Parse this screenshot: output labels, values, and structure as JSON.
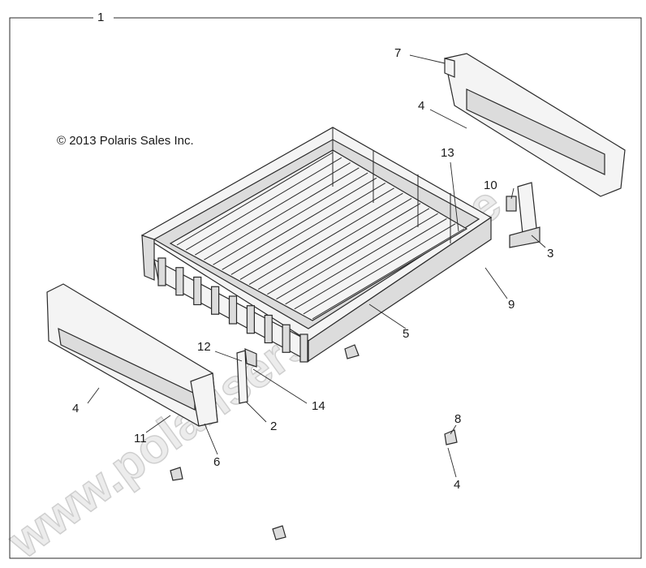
{
  "copyright": "© 2013 Polaris Sales Inc.",
  "watermark": "www.polarisersatzteile.de",
  "callouts": [
    {
      "id": "c1",
      "text": "1"
    },
    {
      "id": "c2",
      "text": "2"
    },
    {
      "id": "c3",
      "text": "3"
    },
    {
      "id": "c4a",
      "text": "4"
    },
    {
      "id": "c4b",
      "text": "4"
    },
    {
      "id": "c4c",
      "text": "4"
    },
    {
      "id": "c5",
      "text": "5"
    },
    {
      "id": "c6",
      "text": "6"
    },
    {
      "id": "c7",
      "text": "7"
    },
    {
      "id": "c8",
      "text": "8"
    },
    {
      "id": "c9",
      "text": "9"
    },
    {
      "id": "c10",
      "text": "10"
    },
    {
      "id": "c11",
      "text": "11"
    },
    {
      "id": "c12",
      "text": "12"
    },
    {
      "id": "c13",
      "text": "13"
    },
    {
      "id": "c14",
      "text": "14"
    }
  ]
}
